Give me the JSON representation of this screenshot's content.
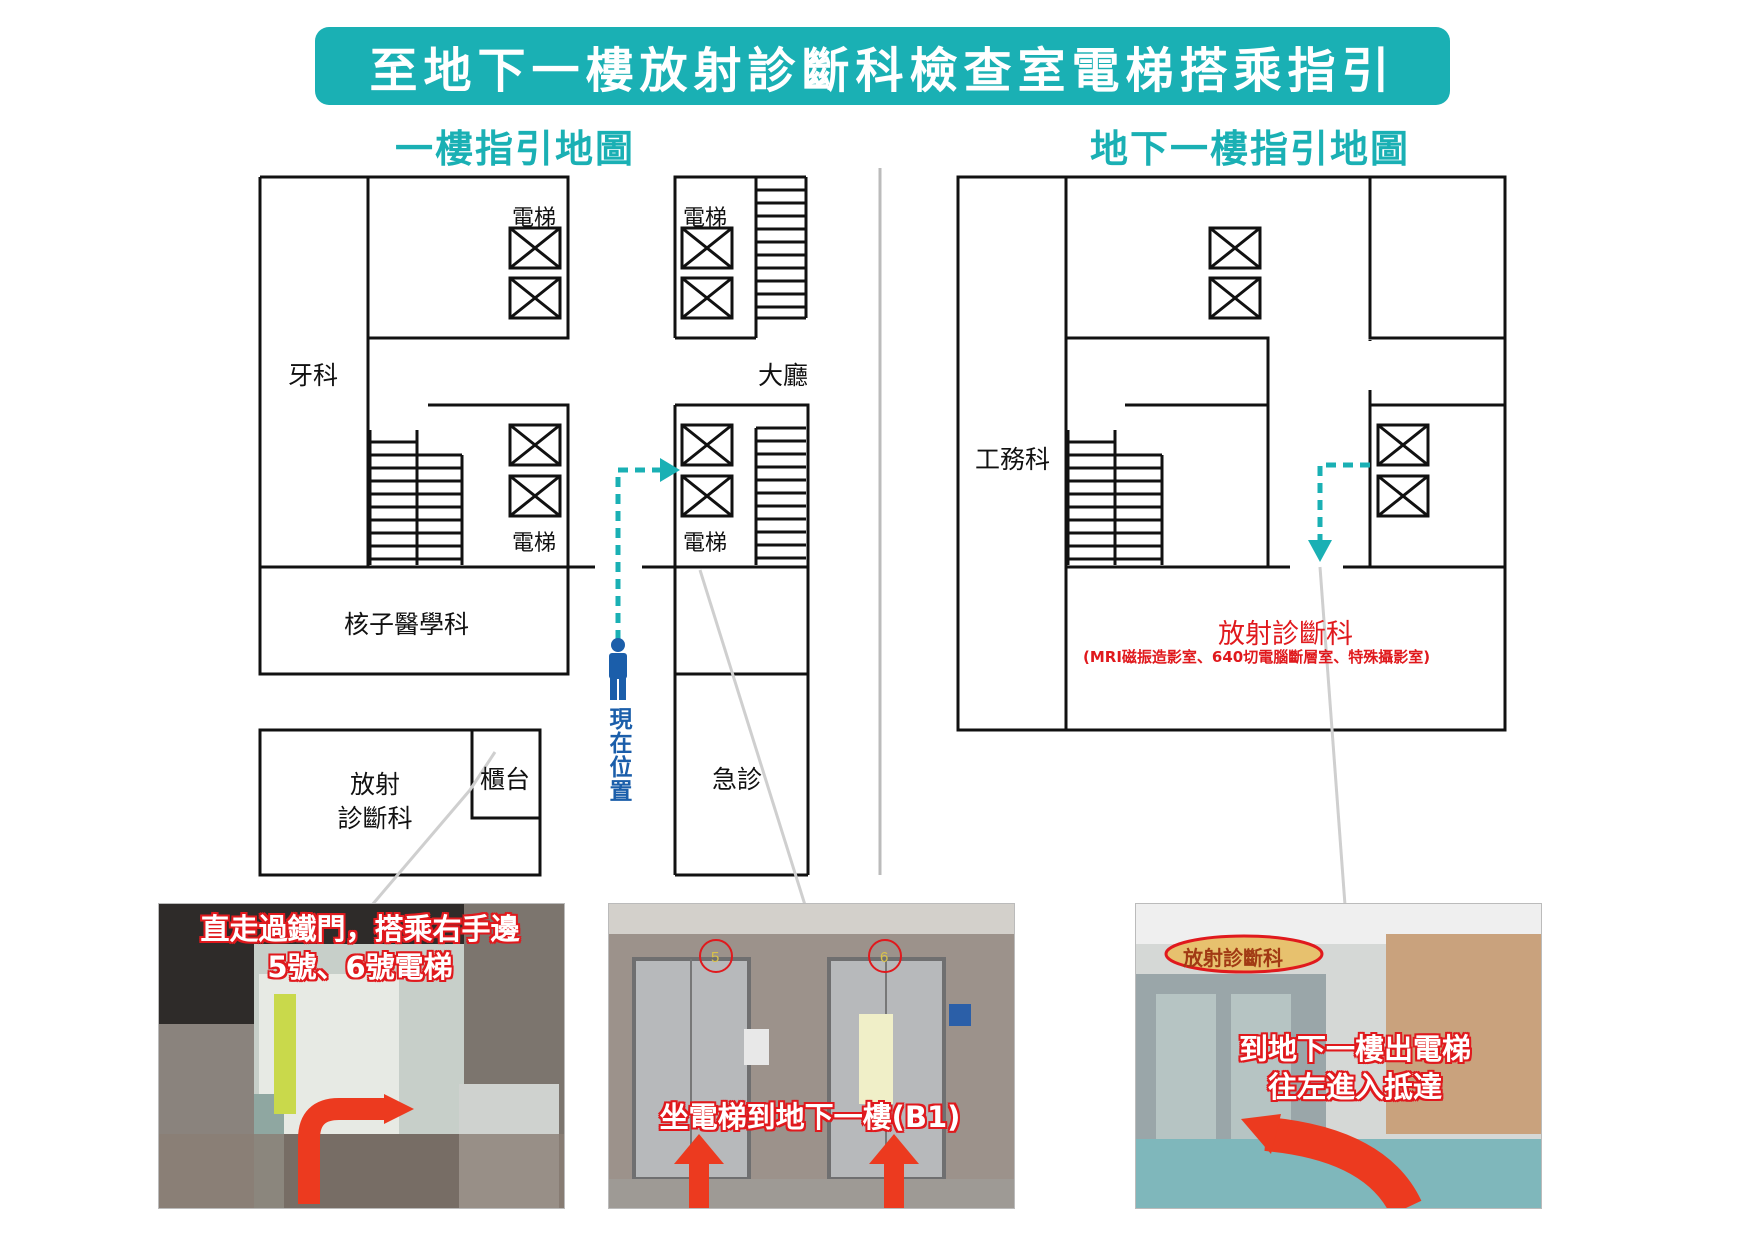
{
  "title": "至地下一樓放射診斷科檢查室電梯搭乘指引",
  "left_map": {
    "heading": "一樓指引地圖",
    "labels": {
      "elevator_top_left": "電梯",
      "elevator_top_right": "電梯",
      "elevator_mid_left": "電梯",
      "elevator_mid_right": "電梯",
      "dental": "牙科",
      "lobby": "大廳",
      "nuclear_medicine": "核子醫學科",
      "radiology_line1": "放射",
      "radiology_line2": "診斷科",
      "counter": "櫃台",
      "emergency": "急診",
      "current_position": "現在位置"
    }
  },
  "right_map": {
    "heading": "地下一樓指引地圖",
    "labels": {
      "engineering": "工務科",
      "radiology": "放射診斷科",
      "radiology_detail": "(MRI磁振造影室、640切電腦斷層室、特殊攝影室)"
    }
  },
  "photos": [
    {
      "caption_line1": "直走過鐵門，搭乘右手邊",
      "caption_line2": "5號、6號電梯"
    },
    {
      "caption_line1": "坐電梯到地下一樓(B1)",
      "elevator_numbers": [
        "5",
        "6"
      ]
    },
    {
      "caption_line1": "到地下一樓出電梯",
      "caption_line2": "往左進入抵達",
      "sign": "放射診斷科"
    }
  ],
  "colors": {
    "accent": "#1ab0b4",
    "highlight_red": "#e0191d",
    "person_blue": "#1b5eaa"
  }
}
